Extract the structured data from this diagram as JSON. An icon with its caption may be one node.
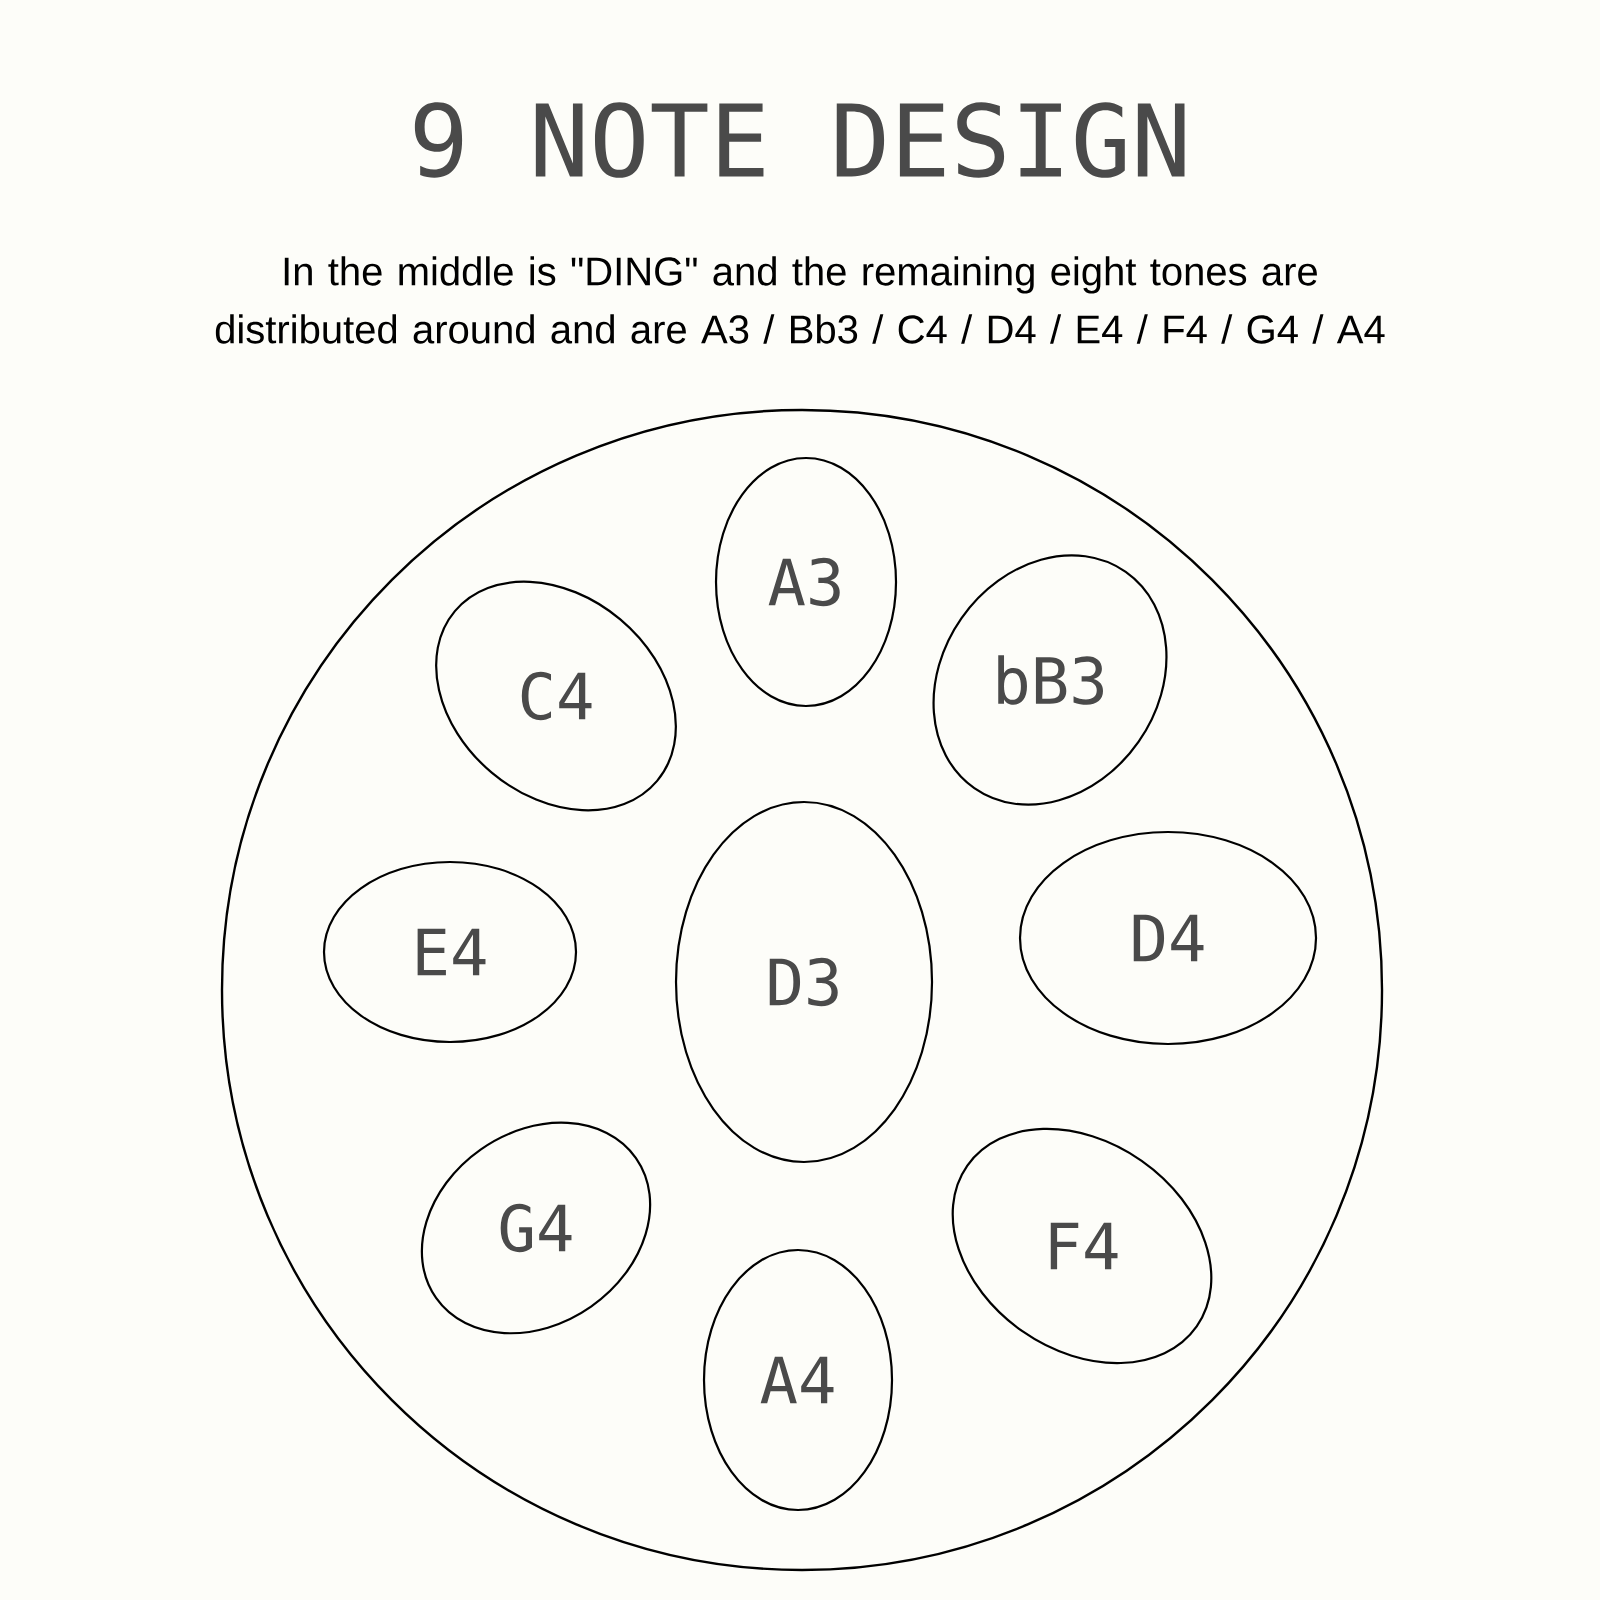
{
  "diagram": {
    "title": "9 NOTE DESIGN",
    "nodes": [
      {
        "text": [],
        "shape": "circle"
      },
      {
        "text": [
          "A3"
        ],
        "in": 0
      },
      {
        "text": [
          "C4"
        ],
        "in": 0
      },
      {
        "text": [
          "bB3"
        ],
        "in": 0
      },
      {
        "text": [
          "E4"
        ],
        "in": 0
      },
      {
        "text": [
          "D3"
        ],
        "in": 0
      },
      {
        "text": [
          "D4"
        ],
        "in": 0
      },
      {
        "text": [
          "G4"
        ],
        "in": 0
      },
      {
        "text": [
          "F4"
        ],
        "in": 0
      },
      {
        "text": [
          "A4"
        ],
        "in": 0
      }
    ],
    "labels": [
      "In the middle is \"DING\" and the remaining eight tones are distributed around and are A3 / Bb3 / C4 / D4 / E4 / F4 / G4 / A4"
    ]
  }
}
